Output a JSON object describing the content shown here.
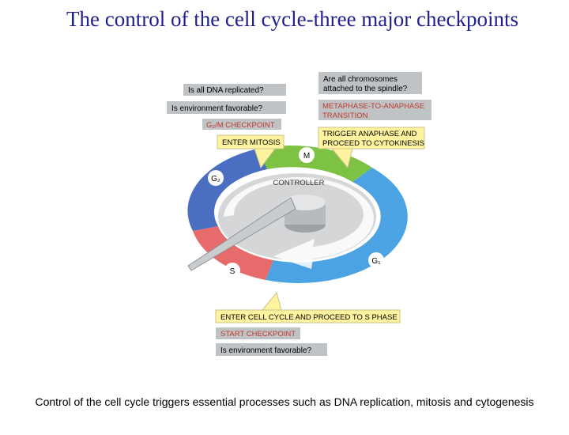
{
  "title": "The control of the cell cycle-three major checkpoints",
  "caption": "Control of the cell cycle triggers essential processes such as DNA replication, mitosis and cytogenesis",
  "colors": {
    "title": "#1f1f8f",
    "label_grey": "#bfc3c6",
    "label_yellow": "#fff3a0",
    "label_pink_text": "#c0392b",
    "phase_m": "#7dc242",
    "phase_g1": "#4ba3e3",
    "phase_s": "#e86b6b",
    "phase_g2": "#4a6fc2",
    "controller": "#cfcfcf"
  },
  "phases": {
    "m": "M",
    "g1": "G₁",
    "s": "S",
    "g2": "G₂"
  },
  "controller_label": "CONTROLLER",
  "g2m": {
    "question_dna": "Is all DNA replicated?",
    "question_env": "Is environment favorable?",
    "checkpoint": "G₂/M CHECKPOINT",
    "action": "ENTER MITOSIS"
  },
  "meta": {
    "question_line1": "Are all chromosomes",
    "question_line2": "attached to the spindle?",
    "checkpoint_line1": "METAPHASE-TO-ANAPHASE",
    "checkpoint_line2": "TRANSITION",
    "action_line1": "TRIGGER ANAPHASE AND",
    "action_line2": "PROCEED TO CYTOKINESIS"
  },
  "start": {
    "action": "ENTER CELL CYCLE AND PROCEED TO S PHASE",
    "checkpoint": "START CHECKPOINT",
    "question": "Is environment favorable?"
  }
}
